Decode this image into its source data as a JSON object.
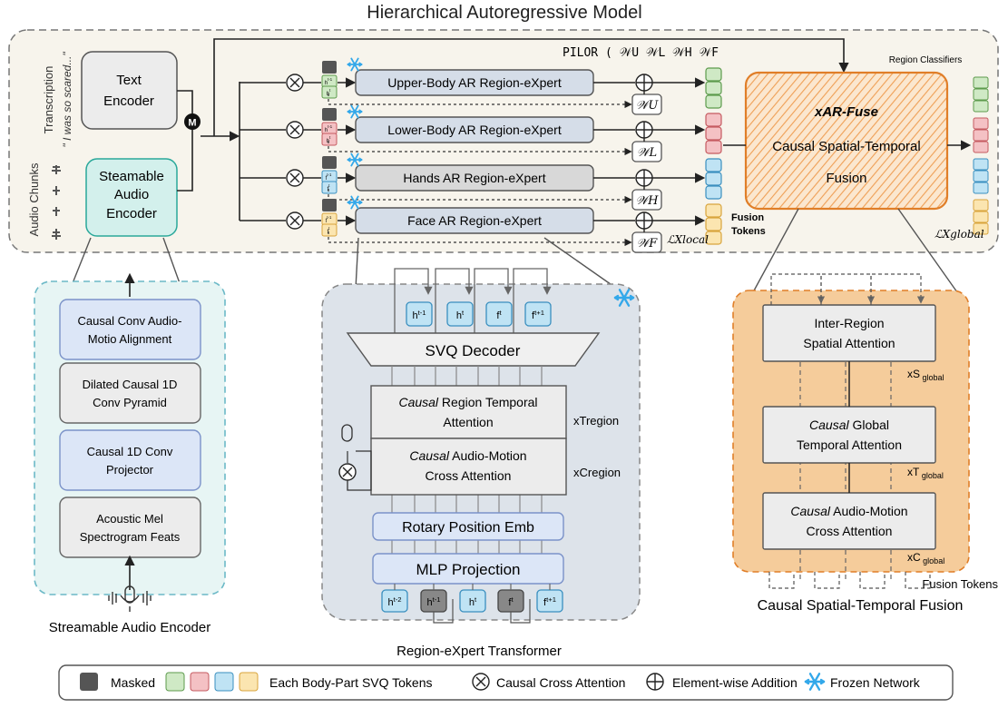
{
  "title": "Hierarchical Autoregressive Model",
  "side_labels": {
    "transcription": "Transcription",
    "quote": "\" I was so scared...\"",
    "audio_chunks": "Audio Chunks"
  },
  "encoders": {
    "text": [
      "Text",
      "Encoder"
    ],
    "audio": [
      "Steamable",
      "Audio",
      "Encoder"
    ],
    "merge": "M"
  },
  "experts": [
    {
      "label": "Upper-Body  AR Region-eXpert",
      "weight": "𝒲U"
    },
    {
      "label": "Lower-Body  AR Region-eXpert",
      "weight": "𝒲L"
    },
    {
      "label": "Hands  AR Region-eXpert",
      "weight": "𝒲H"
    },
    {
      "label": "Face AR Region-eXpert",
      "weight": "𝒲F"
    }
  ],
  "expert_tokens": [
    [
      "h t-1",
      "h t"
    ],
    [
      "h t-1",
      "h t"
    ],
    [
      "f t-1",
      "f t"
    ],
    [
      "f t-1",
      "f t"
    ]
  ],
  "pilor": "PILOR ( 𝒲U  𝒲L  𝒲H  𝒲F",
  "fusion_tokens_label": [
    "Fusion",
    "Tokens"
  ],
  "loss_local": "ℒXlocal",
  "loss_global": "ℒXglobal",
  "xar_fuse": {
    "title": "xAR-Fuse",
    "line1": "Causal Spatial-Temporal",
    "line2": "Fusion"
  },
  "region_classifiers": "Region Classifiers",
  "audio_encoder_detail": {
    "blocks": [
      [
        "Causal Conv Audio-",
        "Motio Alignment"
      ],
      [
        "Dilated Causal 1D",
        "Conv Pyramid"
      ],
      [
        "Causal 1D Conv",
        "Projector"
      ],
      [
        "Acoustic Mel",
        "Spectrogram Feats"
      ]
    ],
    "caption": "Streamable Audio Encoder"
  },
  "region_expert_detail": {
    "top_tokens": [
      "h t-1",
      "h t",
      "f t",
      "f t+1"
    ],
    "decoder": "SVQ Decoder",
    "temporal": [
      "Causal",
      " Region Temporal",
      "Attention"
    ],
    "temporal_mult": "xTregion",
    "cross": [
      "Causal",
      " Audio-Motion",
      "Cross Attention"
    ],
    "cross_mult": "xCregion",
    "rotary": "Rotary Position Emb",
    "mlp": "MLP Projection",
    "bottom_tokens": [
      "h t-2",
      "h t-1",
      "h t",
      "f t",
      "f t+1"
    ],
    "caption": "Region-eXpert Transformer"
  },
  "fusion_detail": {
    "blocks": [
      [
        "Inter-Region",
        "Spatial Attention"
      ],
      [
        "Causal",
        " Global",
        "Temporal Attention"
      ],
      [
        "Causal",
        " Audio-Motion",
        "Cross Attention"
      ]
    ],
    "mults": [
      "xS global",
      "xT global",
      "xC global"
    ],
    "tokens_label": "Fusion Tokens",
    "caption": "Causal Spatial-Temporal Fusion"
  },
  "legend": {
    "masked": "Masked",
    "tokens": "Each Body-Part SVQ Tokens",
    "cross": "Causal Cross Attention",
    "add": "Element-wise Addition",
    "frozen": "Frozen Network"
  },
  "colors": {
    "upper": "#cfe9c5",
    "lower": "#f4c1c4",
    "hands": "#bfe3f4",
    "face": "#fbe5b0",
    "expert_fill": "#d5dde8",
    "blue_block": "#dce6f7",
    "gray_block": "#ececec",
    "orange": "#f7d2a6",
    "teal": "#d6f1ee"
  }
}
